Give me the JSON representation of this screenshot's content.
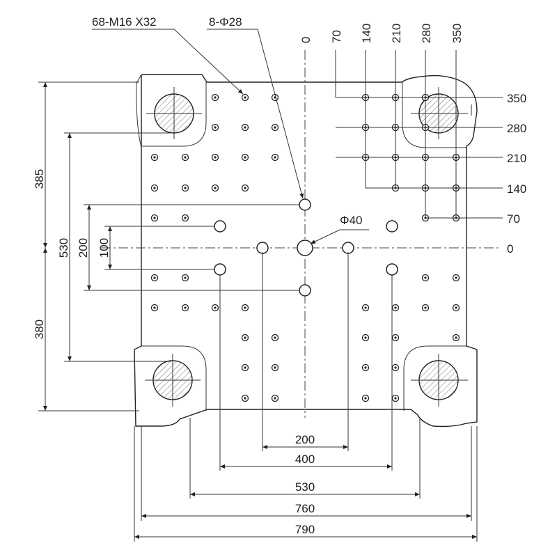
{
  "labels": {
    "tapped_holes": "68-M16 X32",
    "small_bores": "8-Φ28",
    "center_bore": "Φ40"
  },
  "top_labels": [
    "0",
    "70",
    "140",
    "210",
    "280",
    "350"
  ],
  "right_labels": [
    "350",
    "280",
    "210",
    "140",
    "70",
    "0"
  ],
  "left_dims": {
    "d385": "385",
    "d380": "380",
    "d530": "530",
    "d200": "200",
    "d100": "100"
  },
  "bottom_dims": {
    "d200": "200",
    "d400": "400",
    "d530": "530",
    "d760": "760",
    "d790": "790"
  }
}
